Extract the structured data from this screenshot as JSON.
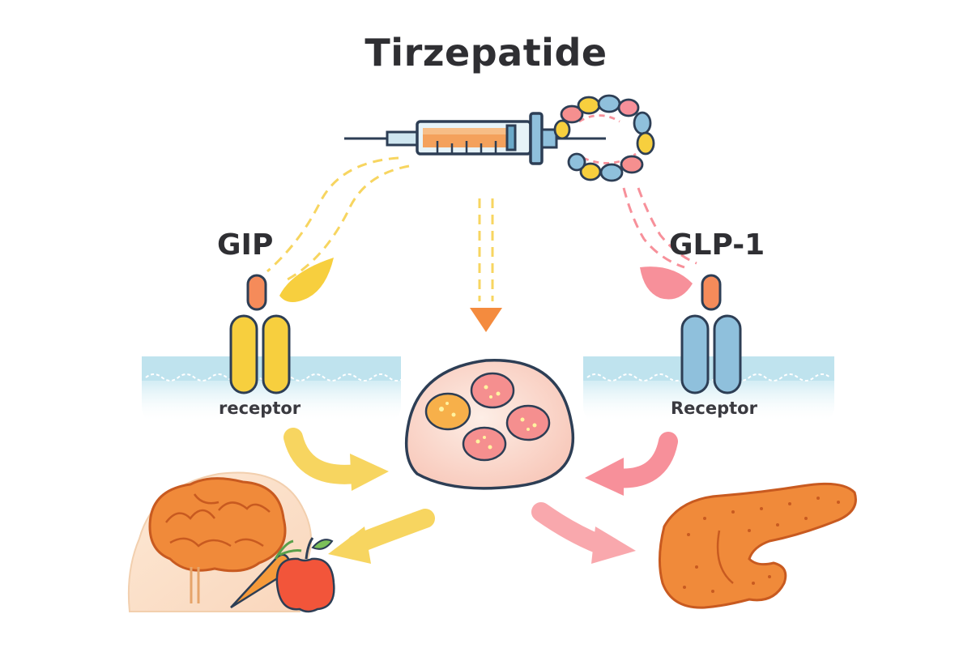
{
  "title": "Tirzepatide",
  "labels": {
    "gip": "GIP",
    "glp1": "GLP-1",
    "receptor_left": "receptor",
    "receptor_right": "Receptor"
  },
  "colors": {
    "text": "#2f2f33",
    "gip_yellow": "#f7cf3e",
    "glp_blue": "#8fc0dc",
    "pink_arrow": "#f7909a",
    "orange_arrow": "#f48b3e",
    "organ_orange": "#f08a3a",
    "membrane_blue": "#bfe3ee"
  },
  "icons": {
    "syringe": "syringe-icon",
    "peptide": "peptide-chain-icon",
    "cell": "fat-cell-icon",
    "brain": "brain-head-icon",
    "pancreas": "pancreas-icon",
    "food": "apple-carrot-icon"
  }
}
